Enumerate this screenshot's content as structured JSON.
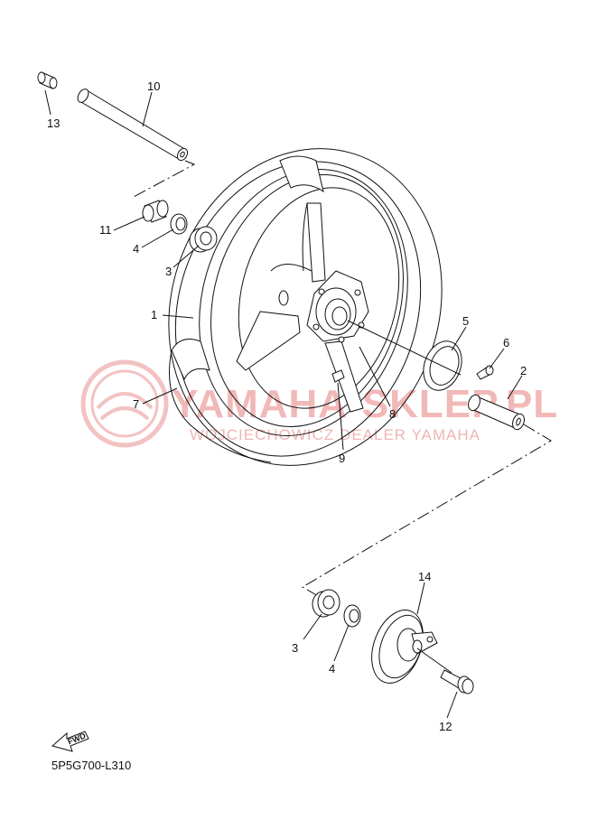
{
  "diagram_code": "5P5G700-L310",
  "watermark": {
    "main": "YAMAHA-SKLEP.PL",
    "sub": "WOJCIECHOWICZ DEALER YAMAHA",
    "color": "#f1b8b8"
  },
  "fwd_badge": "FWD",
  "callouts": {
    "c1": "1",
    "c2": "2",
    "c3a": "3",
    "c3b": "3",
    "c4a": "4",
    "c4b": "4",
    "c5": "5",
    "c6": "6",
    "c7": "7",
    "c8": "8",
    "c9": "9",
    "c10": "10",
    "c11": "11",
    "c12": "12",
    "c13": "13",
    "c14": "14"
  }
}
